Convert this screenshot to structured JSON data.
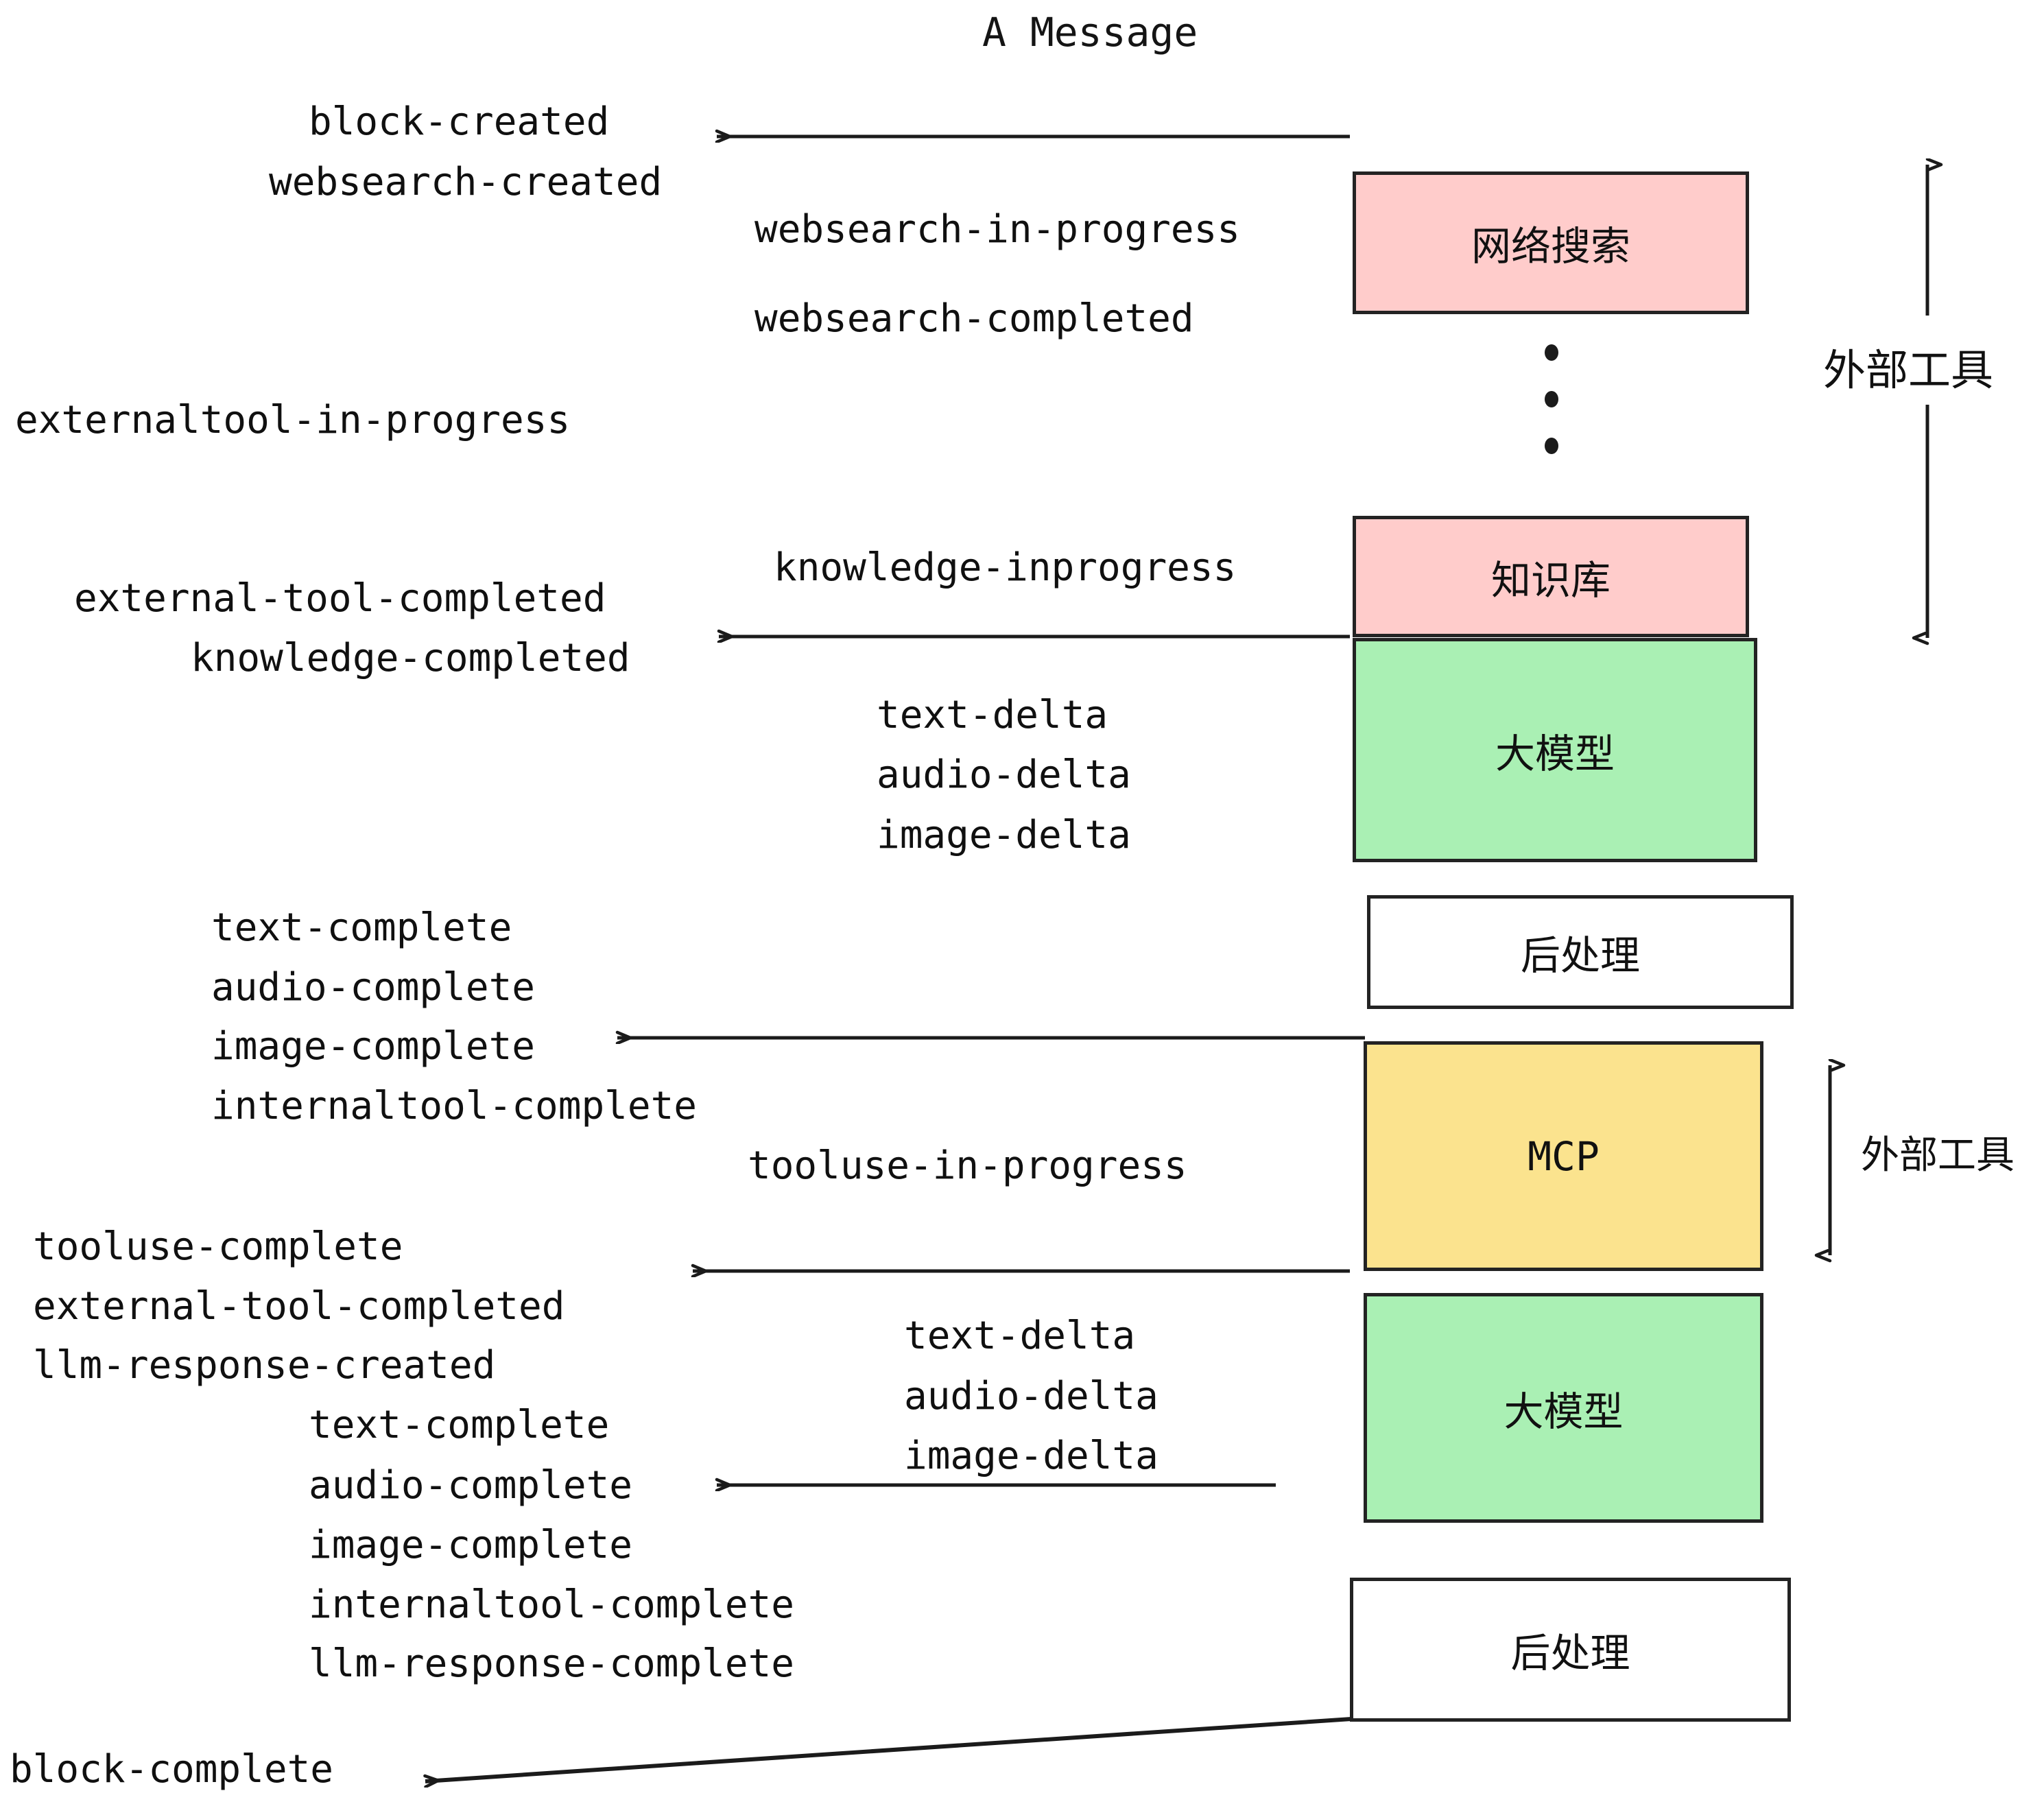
{
  "diagram": {
    "title": "A Message",
    "boxes": [
      {
        "id": "websearch",
        "label": "网络搜索",
        "color": "#ffcccb",
        "kind": "cjk"
      },
      {
        "id": "knowledge",
        "label": "知识库",
        "color": "#ffcccb",
        "kind": "cjk"
      },
      {
        "id": "llm1",
        "label": "大模型",
        "color": "#aaf0b4",
        "kind": "cjk"
      },
      {
        "id": "postproc1",
        "label": "后处理",
        "color": "#ffffff",
        "kind": "cjk"
      },
      {
        "id": "mcp",
        "label": "MCP",
        "color": "#fbe38e",
        "kind": "latin"
      },
      {
        "id": "llm2",
        "label": "大模型",
        "color": "#aaf0b4",
        "kind": "cjk"
      },
      {
        "id": "postproc2",
        "label": "后处理",
        "color": "#ffffff",
        "kind": "cjk"
      }
    ],
    "side_labels": [
      {
        "id": "external-tools-top",
        "text": "外部工具"
      },
      {
        "id": "external-tools-bottom",
        "text": "外部工具"
      }
    ],
    "events": [
      {
        "id": "block-created",
        "text": "block-created"
      },
      {
        "id": "websearch-created",
        "text": "websearch-created"
      },
      {
        "id": "websearch-in-progress",
        "text": "websearch-in-progress"
      },
      {
        "id": "websearch-completed",
        "text": "websearch-completed"
      },
      {
        "id": "externaltool-in-progress",
        "text": "externaltool-in-progress"
      },
      {
        "id": "knowledge-inprogress",
        "text": "knowledge-inprogress"
      },
      {
        "id": "external-tool-completed-1",
        "text": "external-tool-completed"
      },
      {
        "id": "knowledge-completed",
        "text": "knowledge-completed"
      },
      {
        "id": "text-delta-1",
        "text": "text-delta"
      },
      {
        "id": "audio-delta-1",
        "text": "audio-delta"
      },
      {
        "id": "image-delta-1",
        "text": "image-delta"
      },
      {
        "id": "text-complete-1",
        "text": "text-complete"
      },
      {
        "id": "audio-complete-1",
        "text": "audio-complete"
      },
      {
        "id": "image-complete-1",
        "text": "image-complete"
      },
      {
        "id": "internaltool-complete-1",
        "text": "internaltool-complete"
      },
      {
        "id": "tooluse-in-progress",
        "text": "tooluse-in-progress"
      },
      {
        "id": "tooluse-complete",
        "text": "tooluse-complete"
      },
      {
        "id": "external-tool-completed-2",
        "text": "external-tool-completed"
      },
      {
        "id": "llm-response-created",
        "text": "llm-response-created"
      },
      {
        "id": "text-delta-2",
        "text": "text-delta"
      },
      {
        "id": "audio-delta-2",
        "text": "audio-delta"
      },
      {
        "id": "image-delta-2",
        "text": "image-delta"
      },
      {
        "id": "text-complete-2",
        "text": "text-complete"
      },
      {
        "id": "audio-complete-2",
        "text": "audio-complete"
      },
      {
        "id": "image-complete-2",
        "text": "image-complete"
      },
      {
        "id": "internaltool-complete-2",
        "text": "internaltool-complete"
      },
      {
        "id": "llm-response-complete",
        "text": "llm-response-complete"
      },
      {
        "id": "block-complete",
        "text": "block-complete"
      }
    ],
    "colors": {
      "stroke": "#232323",
      "text": "#101010",
      "pink": "#ffcccb",
      "green": "#aaf0b4",
      "yellow": "#fbe38e",
      "white": "#ffffff"
    }
  }
}
